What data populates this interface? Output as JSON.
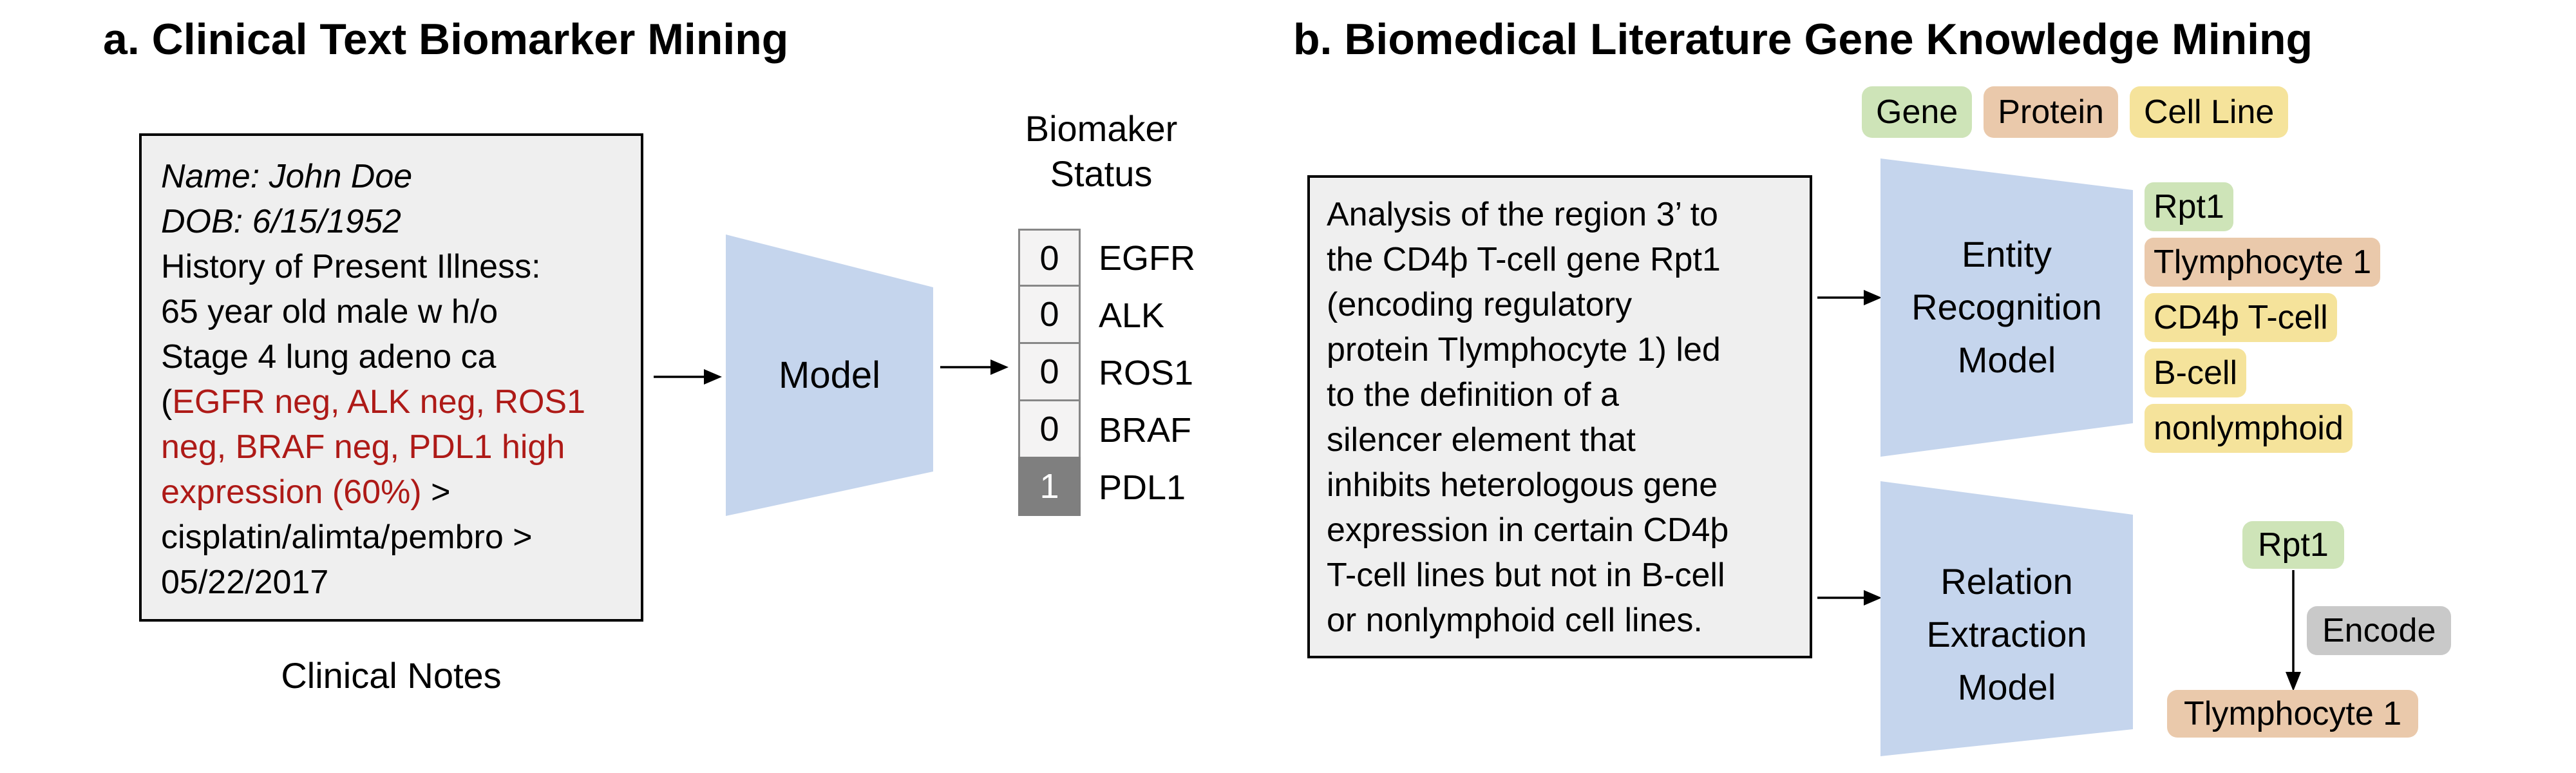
{
  "colors": {
    "blue": "#c5d5ed",
    "gene": "#cee4b8",
    "protein": "#eac9ab",
    "cellline": "#f5e39b",
    "graychip": "#c9c9c9",
    "boxbg": "#efefef",
    "boxborder": "#000000",
    "cellbg": "#f4f3f3",
    "cellborder": "#878787",
    "cellactive": "#7f7f7f",
    "red": "#ae1a17"
  },
  "panel_a": {
    "title": "a. Clinical Text Biomarker Mining",
    "clinical_notes": {
      "caption": "Clinical Notes",
      "lines": [
        [
          {
            "t": "Name: John Doe",
            "i": true
          }
        ],
        [
          {
            "t": "DOB: 6/15/1952",
            "i": true
          }
        ],
        [
          {
            "t": "History of Present Illness:"
          }
        ],
        [
          {
            "t": "65 year old male w h/o"
          }
        ],
        [
          {
            "t": "Stage 4 lung adeno ca"
          }
        ],
        [
          {
            "t": "("
          },
          {
            "t": "EGFR neg, ALK neg, ROS1",
            "red": true
          }
        ],
        [
          {
            "t": "neg, BRAF neg, PDL1 high",
            "red": true
          }
        ],
        [
          {
            "t": "expression (60%)",
            "red": true
          },
          {
            "t": " >"
          }
        ],
        [
          {
            "t": "cisplatin/alimta/pembro >"
          }
        ],
        [
          {
            "t": "05/22/2017"
          }
        ]
      ]
    },
    "model_label": "Model",
    "biomarker": {
      "header_line1": "Biomaker",
      "header_line2": "Status",
      "rows": [
        {
          "value": "0",
          "label": "EGFR",
          "active": false
        },
        {
          "value": "0",
          "label": "ALK",
          "active": false
        },
        {
          "value": "0",
          "label": "ROS1",
          "active": false
        },
        {
          "value": "0",
          "label": "BRAF",
          "active": false
        },
        {
          "value": "1",
          "label": "PDL1",
          "active": true
        }
      ]
    }
  },
  "panel_b": {
    "title": "b. Biomedical Literature Gene Knowledge Mining",
    "legend": [
      {
        "label": "Gene",
        "type": "gene"
      },
      {
        "label": "Protein",
        "type": "protein"
      },
      {
        "label": "Cell Line",
        "type": "cellline"
      }
    ],
    "article": {
      "lines": [
        "Analysis of the region 3’ to",
        "the CD4þ T-cell gene Rpt1",
        "(encoding regulatory",
        "protein Tlymphocyte 1) led",
        "to the definition of a",
        "silencer element that",
        "inhibits heterologous gene",
        "expression in certain CD4þ",
        "T-cell lines but not in B-cell",
        "or nonlymphoid cell lines."
      ]
    },
    "entity_model": {
      "lines": [
        "Entity",
        "Recognition",
        "Model"
      ]
    },
    "relation_model": {
      "lines": [
        "Relation",
        "Extraction",
        "Model"
      ]
    },
    "entities": [
      {
        "label": "Rpt1",
        "type": "gene"
      },
      {
        "label": "Tlymphocyte 1",
        "type": "protein"
      },
      {
        "label": "CD4þ T-cell",
        "type": "cellline"
      },
      {
        "label": "B-cell",
        "type": "cellline"
      },
      {
        "label": "nonlymphoid",
        "type": "cellline"
      }
    ],
    "relation": {
      "subject": "Rpt1",
      "predicate": "Encode",
      "object": "Tlymphocyte 1"
    }
  }
}
